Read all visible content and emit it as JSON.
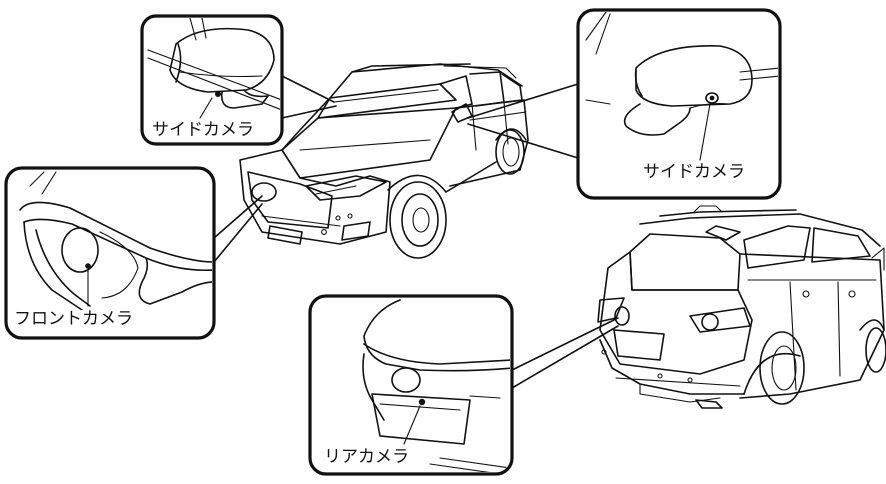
{
  "callouts": {
    "side_camera_left": "サイドカメラ",
    "side_camera_right": "サイドカメラ",
    "front_camera": "フロントカメラ",
    "rear_camera": "リアカメラ"
  }
}
